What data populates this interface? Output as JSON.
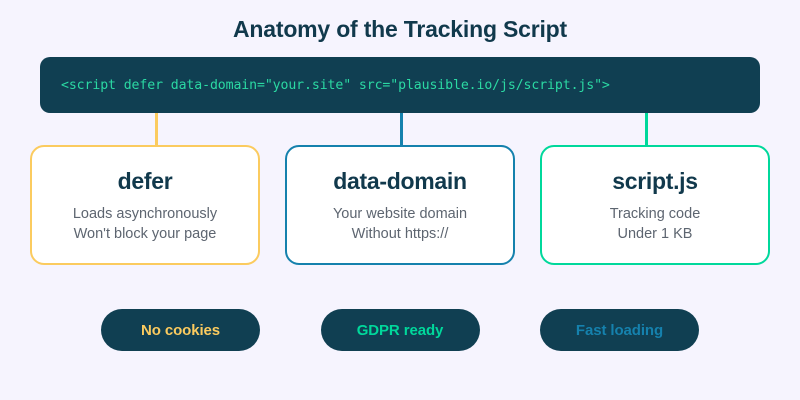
{
  "page": {
    "title": "Anatomy of the Tracking Script",
    "background_color": "#f6f4fe"
  },
  "code_block": {
    "snippet": "<script defer data-domain=\"your.site\" src=\"plausible.io/js/script.js\">",
    "background_color": "#103f52",
    "text_color": "#2bd9a3"
  },
  "cards": [
    {
      "title": "defer",
      "line1": "Loads asynchronously",
      "line2": "Won't block your page",
      "accent_color": "#fbcb5f"
    },
    {
      "title": "data-domain",
      "line1": "Your website domain",
      "line2": "Without https://",
      "accent_color": "#1581ad"
    },
    {
      "title": "script.js",
      "line1": "Tracking code",
      "line2": "Under 1 KB",
      "accent_color": "#00d89b"
    }
  ],
  "pills": [
    {
      "label": "No cookies",
      "text_color": "#fbcb5f"
    },
    {
      "label": "GDPR ready",
      "text_color": "#00d89b"
    },
    {
      "label": "Fast loading",
      "text_color": "#1581ad"
    }
  ]
}
